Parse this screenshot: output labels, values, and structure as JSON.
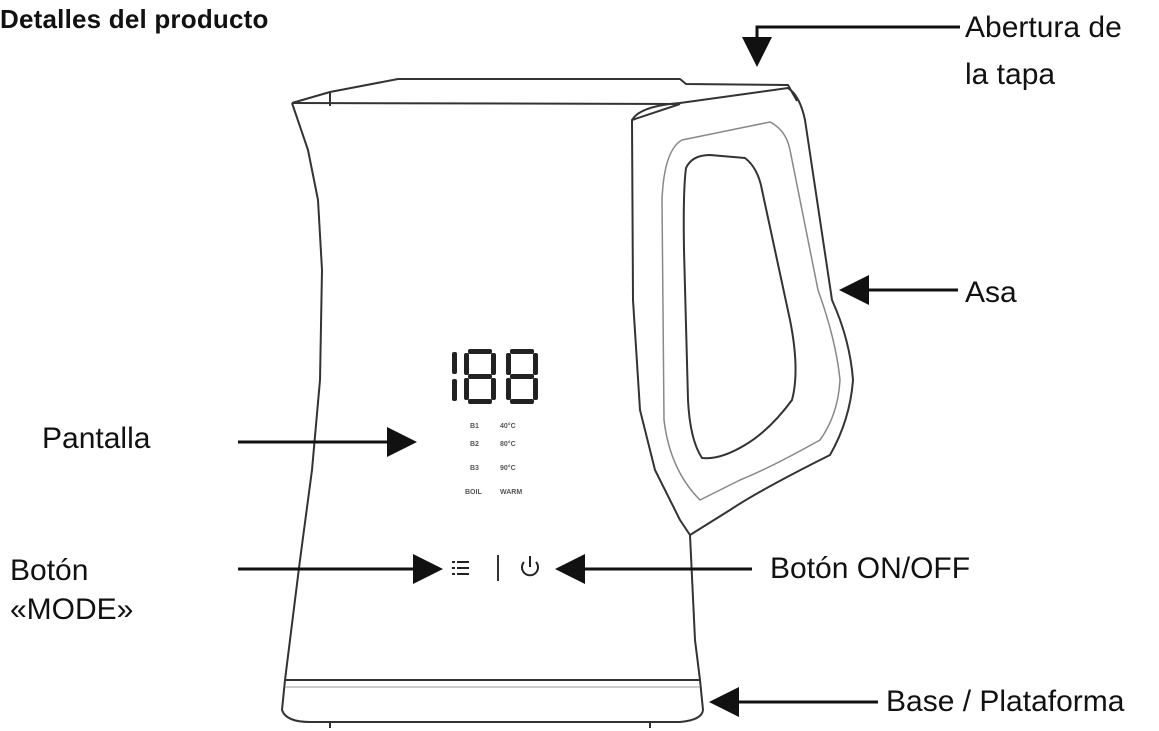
{
  "title": "Detalles del producto",
  "labels": {
    "lid_opening_line1": "Abertura de",
    "lid_opening_line2": "la tapa",
    "handle": "Asa",
    "display": "Pantalla",
    "mode_button_line1": "Botón",
    "mode_button_line2": "«MODE»",
    "power_button": "Botón ON/OFF",
    "base": "Base / Plataforma"
  },
  "display_panel": {
    "digits": "188",
    "rows": [
      {
        "left": "B1",
        "right": "40°C"
      },
      {
        "left": "B2",
        "right": "80°C"
      },
      {
        "left": "B3",
        "right": "90°C"
      },
      {
        "left": "BOIL",
        "right": "WARM"
      }
    ]
  }
}
